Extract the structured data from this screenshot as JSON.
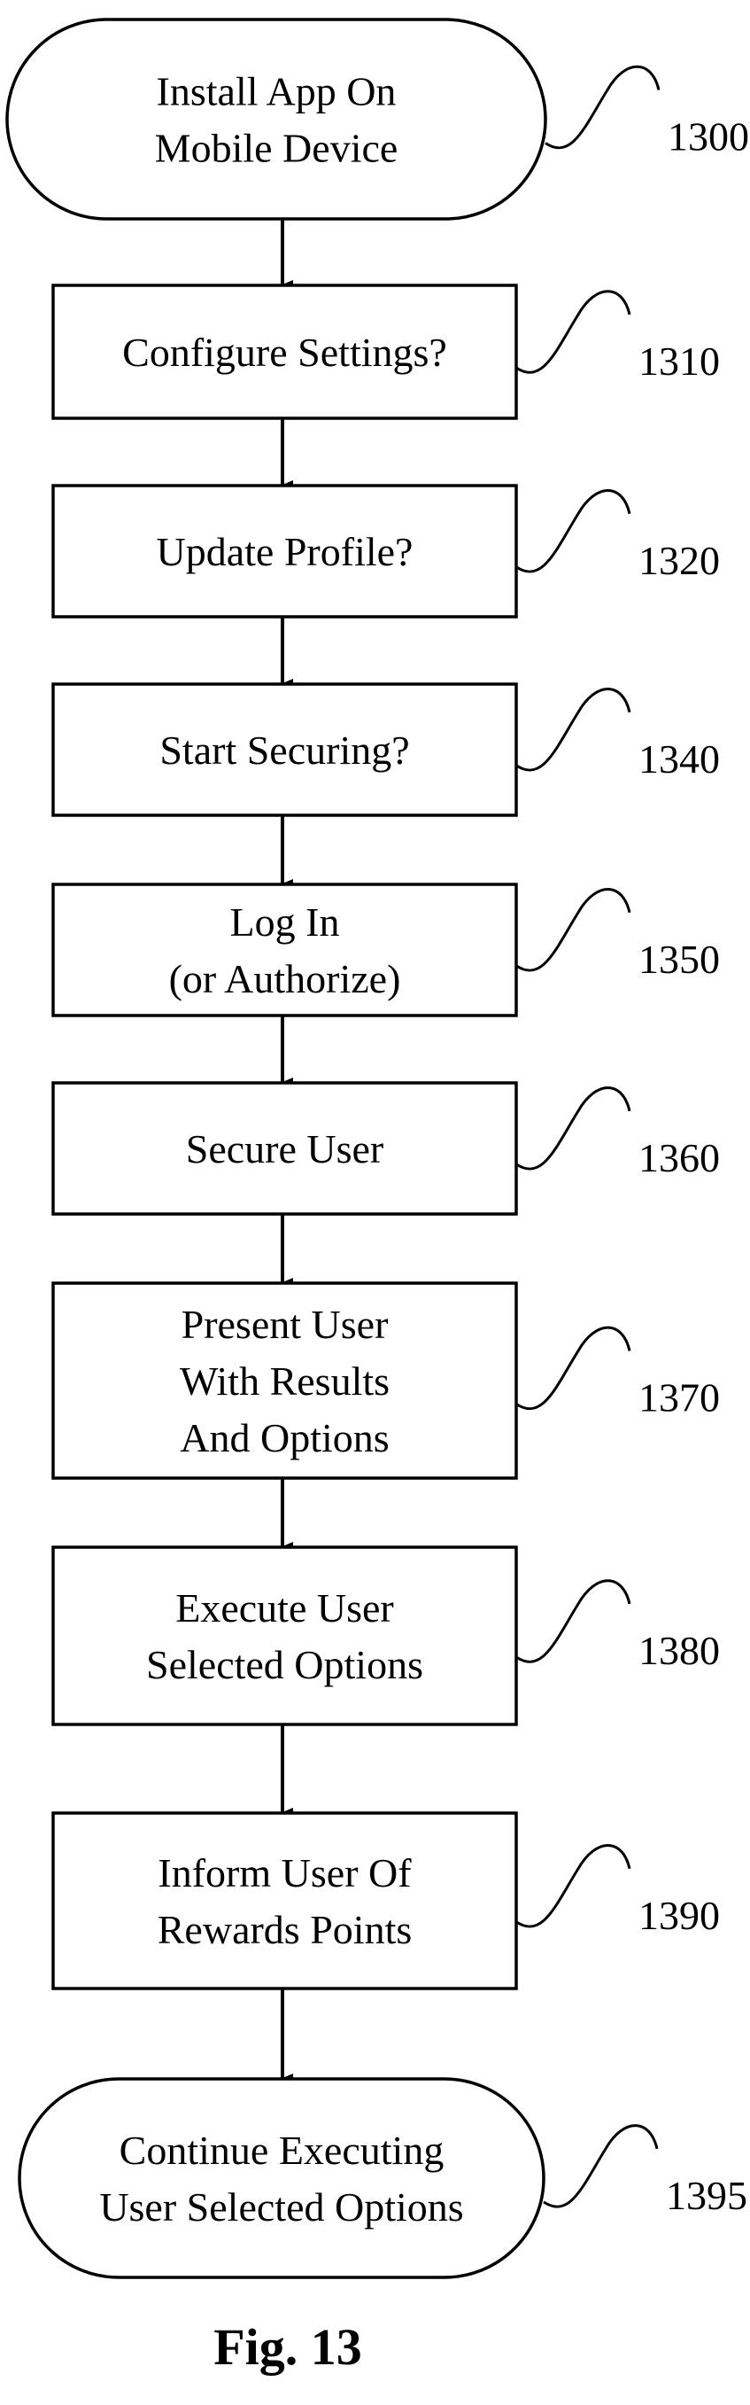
{
  "figure": {
    "caption": "Fig. 13"
  },
  "nodes": [
    {
      "id": "1300",
      "shape": "terminal",
      "lines": [
        "Install App On",
        "Mobile Device"
      ],
      "ref": "1300"
    },
    {
      "id": "1310",
      "shape": "process",
      "lines": [
        "Configure Settings?"
      ],
      "ref": "1310"
    },
    {
      "id": "1320",
      "shape": "process",
      "lines": [
        "Update Profile?"
      ],
      "ref": "1320"
    },
    {
      "id": "1340",
      "shape": "process",
      "lines": [
        "Start Securing?"
      ],
      "ref": "1340"
    },
    {
      "id": "1350",
      "shape": "process",
      "lines": [
        "Log In",
        "(or Authorize)"
      ],
      "ref": "1350"
    },
    {
      "id": "1360",
      "shape": "process",
      "lines": [
        "Secure User"
      ],
      "ref": "1360"
    },
    {
      "id": "1370",
      "shape": "process",
      "lines": [
        "Present User",
        "With Results",
        "And Options"
      ],
      "ref": "1370"
    },
    {
      "id": "1380",
      "shape": "process",
      "lines": [
        "Execute User",
        "Selected Options"
      ],
      "ref": "1380"
    },
    {
      "id": "1390",
      "shape": "process",
      "lines": [
        "Inform User Of",
        "Rewards Points"
      ],
      "ref": "1390"
    },
    {
      "id": "1395",
      "shape": "terminal",
      "lines": [
        "Continue Executing",
        "User Selected Options"
      ],
      "ref": "1395"
    }
  ],
  "edges": [
    {
      "from": "1300",
      "to": "1310"
    },
    {
      "from": "1310",
      "to": "1320"
    },
    {
      "from": "1320",
      "to": "1340"
    },
    {
      "from": "1340",
      "to": "1350"
    },
    {
      "from": "1350",
      "to": "1360"
    },
    {
      "from": "1360",
      "to": "1370"
    },
    {
      "from": "1370",
      "to": "1380"
    },
    {
      "from": "1380",
      "to": "1390"
    },
    {
      "from": "1390",
      "to": "1395"
    }
  ]
}
